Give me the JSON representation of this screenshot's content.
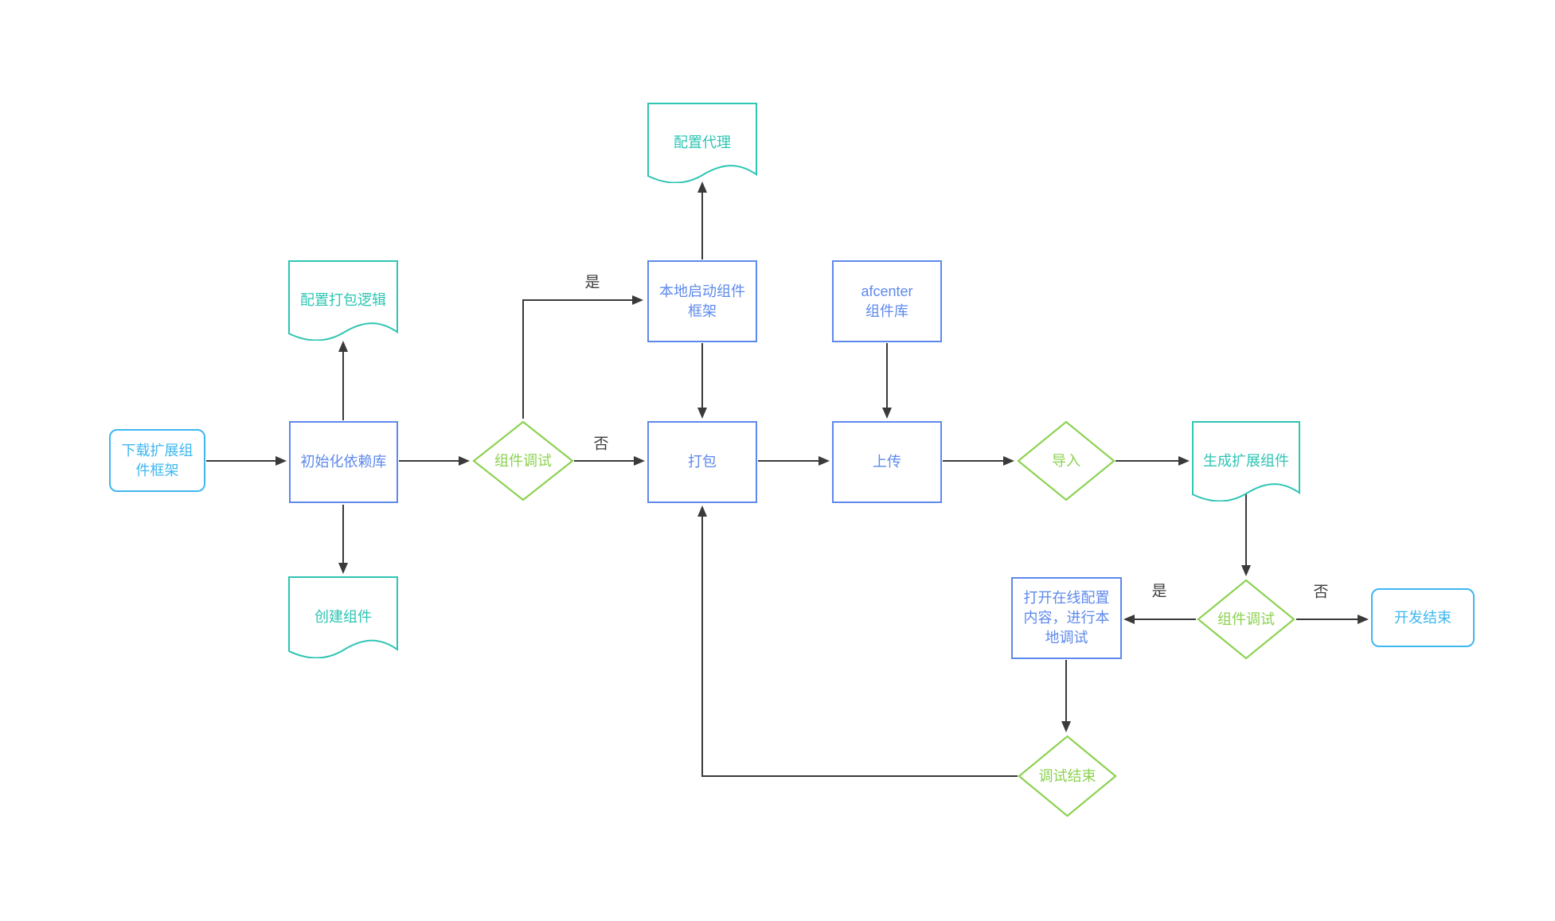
{
  "diagram": {
    "colors": {
      "background": "#ffffff",
      "terminal": "#3eb7f0",
      "process": "#5e89ec",
      "document": "#2ec5b4",
      "decision": "#8cd250",
      "arrow": "#3a3a3a",
      "label": "#3d3d3d"
    },
    "nodes": {
      "download_framework": {
        "label": "下载扩展组\n件框架",
        "type": "terminal"
      },
      "init_deps": {
        "label": "初始化依赖库",
        "type": "process"
      },
      "config_pack_logic": {
        "label": "配置打包逻辑",
        "type": "document"
      },
      "create_component": {
        "label": "创建组件",
        "type": "document"
      },
      "component_debug_1": {
        "label": "组件调试",
        "type": "decision"
      },
      "local_start_framework": {
        "label": "本地启动组件\n框架",
        "type": "process"
      },
      "config_proxy": {
        "label": "配置代理",
        "type": "document"
      },
      "package": {
        "label": "打包",
        "type": "process"
      },
      "afcenter_lib": {
        "label": "afcenter\n组件库",
        "type": "process"
      },
      "upload": {
        "label": "上传",
        "type": "process"
      },
      "import": {
        "label": "导入",
        "type": "decision"
      },
      "generate_ext_component": {
        "label": "生成扩展组件",
        "type": "document"
      },
      "component_debug_2": {
        "label": "组件调试",
        "type": "decision"
      },
      "dev_end": {
        "label": "开发结束",
        "type": "terminal"
      },
      "open_online_config": {
        "label": "打开在线配置\n内容，进行本\n地调试",
        "type": "process"
      },
      "debug_end": {
        "label": "调试结束",
        "type": "decision"
      }
    },
    "edge_labels": {
      "debug1_yes": "是",
      "debug1_no": "否",
      "debug2_yes": "是",
      "debug2_no": "否"
    }
  }
}
